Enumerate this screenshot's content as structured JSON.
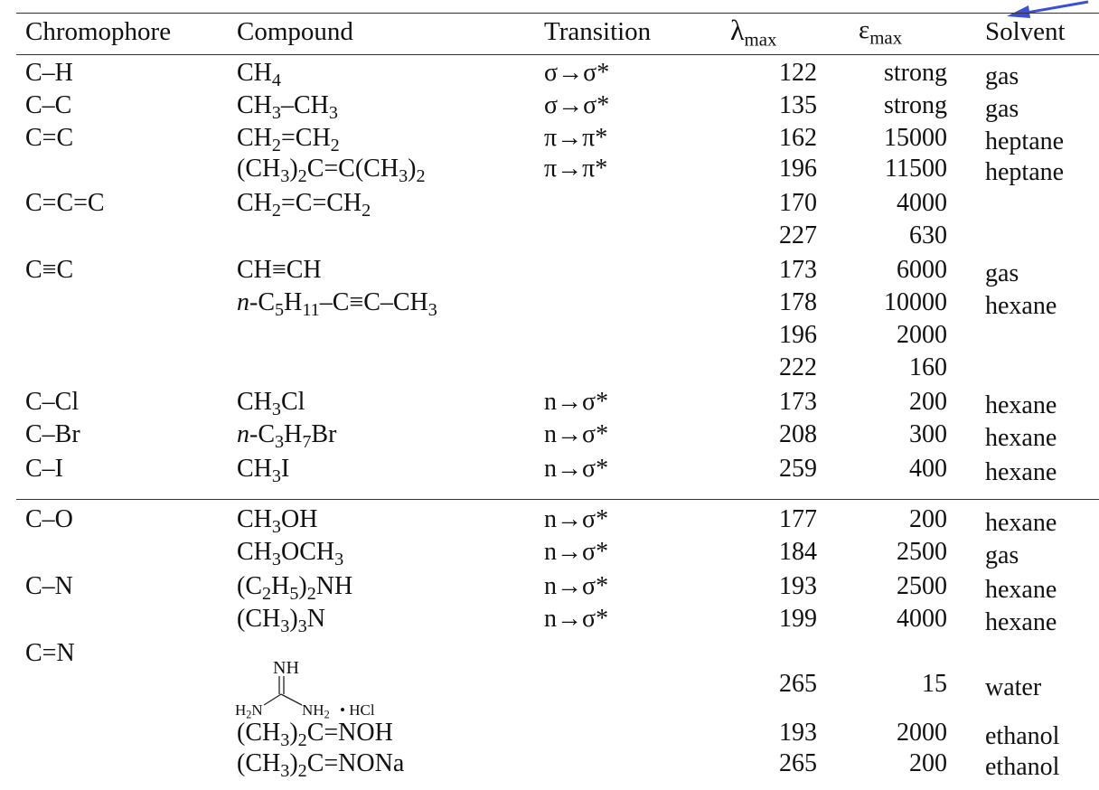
{
  "headers": {
    "chromophore": "Chromophore",
    "compound": "Compound",
    "transition": "Transition",
    "lambda_symbol": "λ",
    "lambda_sub": "max",
    "epsilon_symbol": "ε",
    "epsilon_sub": "max",
    "solvent": "Solvent"
  },
  "arrow_color": "#3b4fd8",
  "rows": [
    {
      "chromophore": "C–H",
      "compound": [
        [
          "CH",
          ""
        ],
        [
          "4",
          "s"
        ]
      ],
      "transition": "σ→σ*",
      "lambda": "122",
      "epsilon": "strong",
      "solvent": "gas"
    },
    {
      "chromophore": "C–C",
      "compound": [
        [
          "CH",
          ""
        ],
        [
          "3",
          "s"
        ],
        [
          "–CH",
          ""
        ],
        [
          "3",
          "s"
        ]
      ],
      "transition": "σ→σ*",
      "lambda": "135",
      "epsilon": "strong",
      "solvent": "gas"
    },
    {
      "chromophore": "C=C",
      "compound": [
        [
          "CH",
          ""
        ],
        [
          "2",
          "s"
        ],
        [
          "=CH",
          ""
        ],
        [
          "2",
          "s"
        ]
      ],
      "transition": "π→π*",
      "lambda": "162",
      "epsilon": "15000",
      "solvent": "heptane"
    },
    {
      "chromophore": "",
      "compound": [
        [
          "(CH",
          ""
        ],
        [
          "3",
          "s"
        ],
        [
          ")",
          ""
        ],
        [
          "2",
          "s"
        ],
        [
          "C=C(CH",
          ""
        ],
        [
          "3",
          "s"
        ],
        [
          ")",
          ""
        ],
        [
          "2",
          "s"
        ]
      ],
      "transition": "π→π*",
      "lambda": "196",
      "epsilon": "11500",
      "solvent": "heptane"
    },
    {
      "chromophore": "C=C=C",
      "compound": [
        [
          "CH",
          ""
        ],
        [
          "2",
          "s"
        ],
        [
          "=C=CH",
          ""
        ],
        [
          "2",
          "s"
        ]
      ],
      "transition": "",
      "lambda": "170",
      "epsilon": "4000",
      "solvent": ""
    },
    {
      "chromophore": "",
      "compound": [],
      "transition": "",
      "lambda": "227",
      "epsilon": "630",
      "solvent": ""
    },
    {
      "chromophore": "C≡C",
      "compound": [
        [
          "CH≡CH",
          ""
        ]
      ],
      "transition": "",
      "lambda": "173",
      "epsilon": "6000",
      "solvent": "gas"
    },
    {
      "chromophore": "",
      "compound": [
        [
          "n",
          "i"
        ],
        [
          "-C",
          ""
        ],
        [
          "5",
          "s"
        ],
        [
          "H",
          ""
        ],
        [
          "11",
          "s"
        ],
        [
          "–C≡C–CH",
          ""
        ],
        [
          "3",
          "s"
        ]
      ],
      "transition": "",
      "lambda": "178",
      "epsilon": "10000",
      "solvent": "hexane"
    },
    {
      "chromophore": "",
      "compound": [],
      "transition": "",
      "lambda": "196",
      "epsilon": "2000",
      "solvent": ""
    },
    {
      "chromophore": "",
      "compound": [],
      "transition": "",
      "lambda": "222",
      "epsilon": "160",
      "solvent": ""
    },
    {
      "chromophore": "C–Cl",
      "compound": [
        [
          "CH",
          ""
        ],
        [
          "3",
          "s"
        ],
        [
          "Cl",
          ""
        ]
      ],
      "transition": "n→σ*",
      "lambda": "173",
      "epsilon": "200",
      "solvent": "hexane"
    },
    {
      "chromophore": "C–Br",
      "compound": [
        [
          "n",
          "i"
        ],
        [
          "-C",
          ""
        ],
        [
          "3",
          "s"
        ],
        [
          "H",
          ""
        ],
        [
          "7",
          "s"
        ],
        [
          "Br",
          ""
        ]
      ],
      "transition": "n→σ*",
      "lambda": "208",
      "epsilon": "300",
      "solvent": "hexane"
    },
    {
      "chromophore": "C–I",
      "compound": [
        [
          "CH",
          ""
        ],
        [
          "3",
          "s"
        ],
        [
          "I",
          ""
        ]
      ],
      "transition": "n→σ*",
      "lambda": "259",
      "epsilon": "400",
      "solvent": "hexane"
    },
    {
      "chromophore": "C–O",
      "compound": [
        [
          "CH",
          ""
        ],
        [
          "3",
          "s"
        ],
        [
          "OH",
          ""
        ]
      ],
      "transition": "n→σ*",
      "lambda": "177",
      "epsilon": "200",
      "solvent": "hexane"
    },
    {
      "chromophore": "",
      "compound": [
        [
          "CH",
          ""
        ],
        [
          "3",
          "s"
        ],
        [
          "OCH",
          ""
        ],
        [
          "3",
          "s"
        ]
      ],
      "transition": "n→σ*",
      "lambda": "184",
      "epsilon": "2500",
      "solvent": "gas"
    },
    {
      "chromophore": "C–N",
      "compound": [
        [
          "(C",
          ""
        ],
        [
          "2",
          "s"
        ],
        [
          "H",
          ""
        ],
        [
          "5",
          "s"
        ],
        [
          ")",
          ""
        ],
        [
          "2",
          "s"
        ],
        [
          "NH",
          ""
        ]
      ],
      "transition": "n→σ*",
      "lambda": "193",
      "epsilon": "2500",
      "solvent": "hexane"
    },
    {
      "chromophore": "",
      "compound": [
        [
          "(CH",
          ""
        ],
        [
          "3",
          "s"
        ],
        [
          ")",
          ""
        ],
        [
          "3",
          "s"
        ],
        [
          "N",
          ""
        ]
      ],
      "transition": "n→σ*",
      "lambda": "199",
      "epsilon": "4000",
      "solvent": "hexane"
    },
    {
      "chromophore": "C=N",
      "compound": [],
      "transition": "",
      "lambda": "",
      "epsilon": "",
      "solvent": ""
    },
    {
      "chromophore": "",
      "compound": [],
      "transition": "",
      "lambda": "265",
      "epsilon": "15",
      "solvent": "water"
    },
    {
      "chromophore": "",
      "compound": [
        [
          "(CH",
          ""
        ],
        [
          "3",
          "s"
        ],
        [
          ")",
          ""
        ],
        [
          "2",
          "s"
        ],
        [
          "C=NOH",
          ""
        ]
      ],
      "transition": "",
      "lambda": "193",
      "epsilon": "2000",
      "solvent": "ethanol"
    },
    {
      "chromophore": "",
      "compound": [
        [
          "(CH",
          ""
        ],
        [
          "3",
          "s"
        ],
        [
          ")",
          ""
        ],
        [
          "2",
          "s"
        ],
        [
          "C=NONa",
          ""
        ]
      ],
      "transition": "",
      "lambda": "265",
      "epsilon": "200",
      "solvent": "ethanol"
    }
  ],
  "guanidine": {
    "top": "NH",
    "left": "H",
    "left_sub": "2",
    "left_tail": "N",
    "right": "NH",
    "right_sub": "2",
    "salt": "• HCl"
  }
}
